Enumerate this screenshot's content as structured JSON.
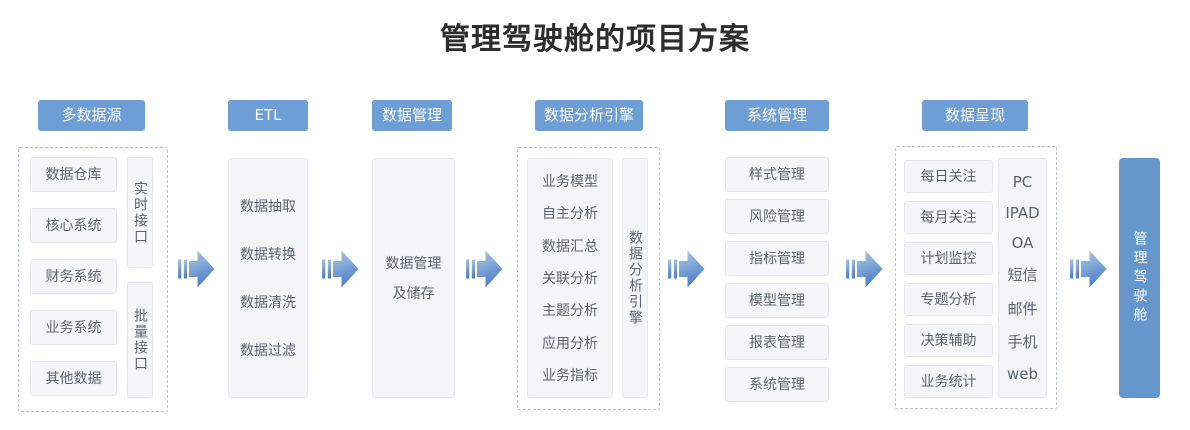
{
  "title": "管理驾驶舱的项目方案",
  "colors": {
    "header_blue": "#6d9ed6",
    "final_blue": "#6697cc",
    "panel_bg": "#f3f5f8",
    "panel_border": "#e6e9ed",
    "dashed_border": "#b5c2ce",
    "item_text": "#5a6470",
    "arrow_gradient_light": "#b0c9e8",
    "arrow_gradient_dark": "#5080c5"
  },
  "icons": {
    "flow_arrow": "striped-right-arrow"
  },
  "columns": {
    "sources": {
      "header": "多数据源",
      "items": [
        "数据仓库",
        "核心系统",
        "财务系统",
        "业务系统",
        "其他数据"
      ],
      "interfaces": [
        "实时接口",
        "批量接口"
      ]
    },
    "etl": {
      "header": "ETL",
      "items": [
        "数据抽取",
        "数据转换",
        "数据清洗",
        "数据过滤"
      ]
    },
    "storage": {
      "header": "数据管理",
      "panel_lines": [
        "数据管理",
        "及储存"
      ]
    },
    "analysis": {
      "header": "数据分析引擎",
      "items": [
        "业务模型",
        "自主分析",
        "数据汇总",
        "关联分析",
        "主题分析",
        "应用分析",
        "业务指标"
      ],
      "side_label": "数据分析引擎"
    },
    "system": {
      "header": "系统管理",
      "items": [
        "样式管理",
        "风险管理",
        "指标管理",
        "模型管理",
        "报表管理",
        "系统管理"
      ]
    },
    "presentation": {
      "header": "数据呈现",
      "items": [
        "每日关注",
        "每月关注",
        "计划监控",
        "专题分析",
        "决策辅助",
        "业务统计"
      ],
      "channels": [
        "PC",
        "IPAD",
        "OA",
        "短信",
        "邮件",
        "手机",
        "web"
      ]
    },
    "final": {
      "label": "管理驾驶舱"
    }
  }
}
